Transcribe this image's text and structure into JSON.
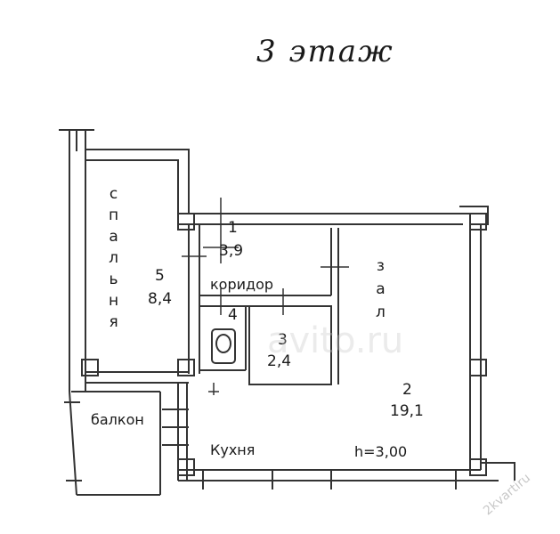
{
  "floor_title": "3 этаж",
  "rooms": [
    {
      "num": "1",
      "area": "3,9"
    },
    {
      "num": "2",
      "area": "19,1"
    },
    {
      "num": "3",
      "area": "2,4"
    },
    {
      "num": "4"
    },
    {
      "num": "5",
      "area": "8,4"
    }
  ],
  "labels": {
    "bedroom": [
      "с",
      "п",
      "а",
      "л",
      "ь",
      "н",
      "я"
    ],
    "hall": [
      "з",
      "а",
      "л"
    ],
    "corridor": "коридор",
    "balcony": "балкон",
    "kitchen": "Кухня",
    "height": "h=3,00"
  },
  "watermark": {
    "center": "avito.ru",
    "corner": "2kvartiru"
  }
}
